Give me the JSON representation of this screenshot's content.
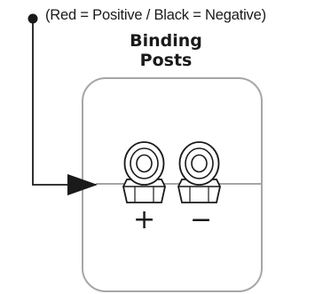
{
  "callout": {
    "text": "(Red = Positive / Black = Negative)"
  },
  "title": {
    "line1": "Binding",
    "line2": "Posts"
  },
  "terminals": {
    "positive_symbol": "+",
    "negative_symbol": "−"
  },
  "colors": {
    "line": "#1a1a1a",
    "panel_border": "#a6a6a6",
    "background": "#ffffff"
  },
  "icons": {
    "callout_dot": "filled-circle",
    "arrow": "arrowhead-right"
  }
}
